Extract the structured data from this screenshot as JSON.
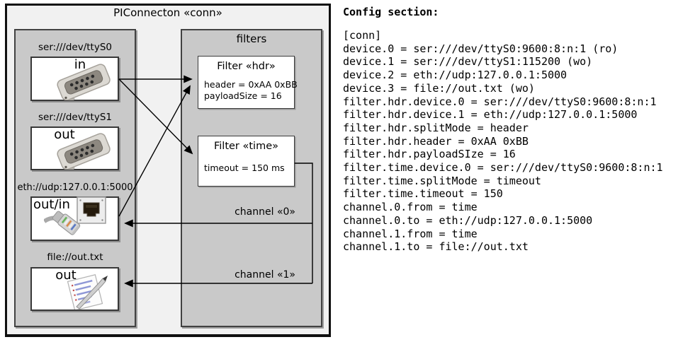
{
  "diagram": {
    "title": "PIConnecton «conn»",
    "devices": [
      {
        "url": "ser:///dev/ttyS0",
        "mode": "in",
        "icon": "serial-connector"
      },
      {
        "url": "ser:///dev/ttyS1",
        "mode": "out",
        "icon": "serial-connector"
      },
      {
        "url": "eth://udp:127.0.0.1:5000",
        "mode": "out/in",
        "icon": "ethernet-plug"
      },
      {
        "url": "file://out.txt",
        "mode": "out",
        "icon": "notepad"
      }
    ],
    "filters_panel": {
      "title": "filters",
      "filters": [
        {
          "title": "Filter «hdr»",
          "attributes": [
            "header = 0xAA 0xBB",
            "payloadSize = 16"
          ]
        },
        {
          "title": "Filter «time»",
          "attributes": [
            "timeout = 150 ms"
          ]
        }
      ]
    },
    "channels": [
      {
        "label": "channel «0»"
      },
      {
        "label": "channel «1»"
      }
    ]
  },
  "config": {
    "heading": "Config section:",
    "lines": [
      "[conn]",
      "device.0 = ser:///dev/ttyS0:9600:8:n:1 (ro)",
      "device.1 = ser:///dev/ttyS1:115200 (wo)",
      "device.2 = eth://udp:127.0.0.1:5000",
      "device.3 = file://out.txt (wo)",
      "filter.hdr.device.0 = ser:///dev/ttyS0:9600:8:n:1",
      "filter.hdr.device.1 = eth://udp:127.0.0.1:5000",
      "filter.hdr.splitMode = header",
      "filter.hdr.header = 0xAA 0xBB",
      "filter.hdr.payloadSIze = 16",
      "filter.time.device.0 = ser:///dev/ttyS0:9600:8:n:1",
      "filter.time.splitMode = timeout",
      "filter.time.timeout = 150",
      "channel.0.from = time",
      "channel.0.to = eth://udp:127.0.0.1:5000",
      "channel.1.from = time",
      "channel.1.to = file://out.txt"
    ]
  },
  "colors": {
    "frame_bg": "#f1f1f1",
    "frame_border": "#101010",
    "panel_gray": "#c9c9c9",
    "panel_border": "#424242",
    "box_bg": "#ffffff",
    "box_border": "#383838",
    "line": "#000000",
    "text": "#000000"
  }
}
